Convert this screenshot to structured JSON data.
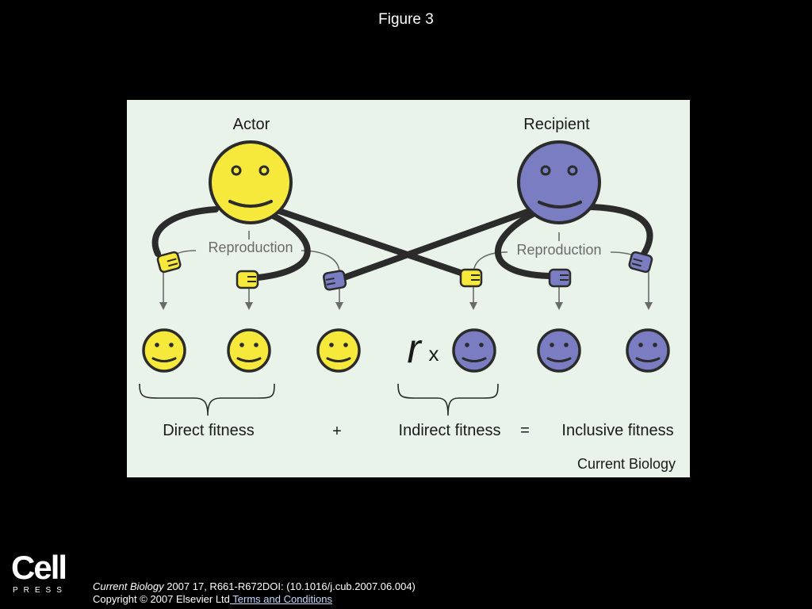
{
  "page": {
    "title": "Figure 3"
  },
  "figure": {
    "actor_label": "Actor",
    "recipient_label": "Recipient",
    "reproduction_label_actor": "Reproduction",
    "reproduction_label_recipient": "Reproduction",
    "relatedness_symbol": "r",
    "times_symbol": "x",
    "direct_fitness": "Direct fitness",
    "plus": "+",
    "indirect_fitness": "Indirect fitness",
    "equals": "=",
    "inclusive_fitness": "Inclusive fitness",
    "journal_watermark": "Current Biology",
    "icons": [
      "smiley-face-icon",
      "hand-icon",
      "arrow-down-icon",
      "curly-brace-icon"
    ],
    "colors": {
      "actor": "#f6e93b",
      "recipient": "#7a7dc1",
      "panel_background": "#e9f3e9",
      "outline": "#2b2b2b",
      "arrow": "#6b6b6b"
    }
  },
  "footer": {
    "logo_main": "Cell",
    "logo_sub": "PRESS",
    "citation_journal": "Current Biology",
    "citation_rest": " 2007 17, R661-R672DOI: (10.1016/j.cub.2007.06.004)",
    "copyright": "Copyright © 2007 Elsevier Ltd",
    "terms_link": " Terms and Conditions"
  }
}
